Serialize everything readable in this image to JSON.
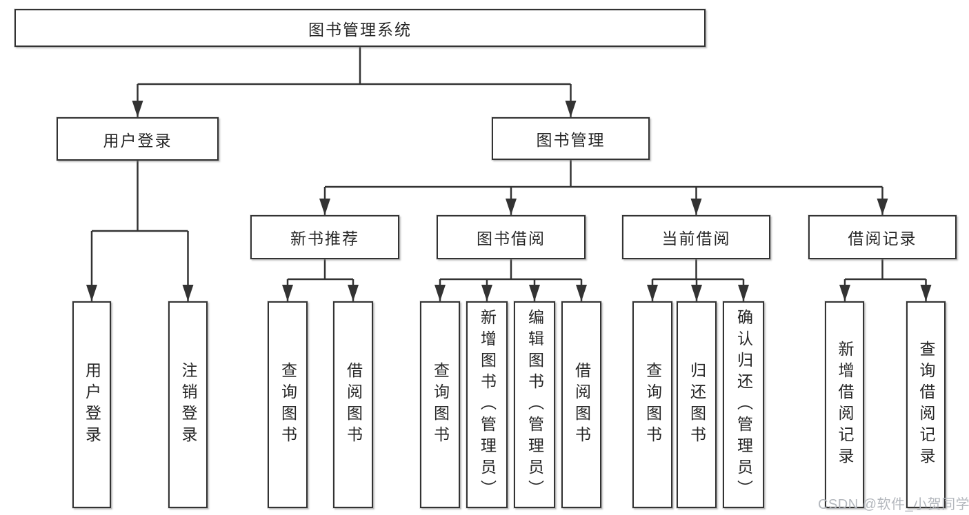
{
  "diagram_title": "图书管理系统",
  "nodes": {
    "root": {
      "label": "图书管理系统"
    },
    "userLogin": {
      "label": "用户登录"
    },
    "bookMgmt": {
      "label": "图书管理"
    },
    "login": {
      "label": "用户登录"
    },
    "logout": {
      "label": "注销登录"
    },
    "newBookRec": {
      "label": "新书推荐"
    },
    "bookBorrow": {
      "label": "图书借阅"
    },
    "currentBorrow": {
      "label": "当前借阅"
    },
    "borrowRecords": {
      "label": "借阅记录"
    },
    "nbrQueryBook": {
      "label": "查询图书"
    },
    "nbrBorrowBook": {
      "label": "借阅图书"
    },
    "bbQueryBook": {
      "label": "查询图书"
    },
    "bbAddBook": {
      "label": "新增图书（管理员）"
    },
    "bbEditBook": {
      "label": "编辑图书（管理员）"
    },
    "bbBorrowBook": {
      "label": "借阅图书"
    },
    "cbQueryBook": {
      "label": "查询图书"
    },
    "cbReturnBook": {
      "label": "归还图书"
    },
    "cbConfirmReturn": {
      "label": "确认归还（管理员）"
    },
    "brAddRecord": {
      "label": "新增借阅记录"
    },
    "brQueryRecord": {
      "label": "查询借阅记录"
    }
  },
  "structure": {
    "图书管理系统": [
      "用户登录",
      "图书管理"
    ],
    "用户登录": [
      "用户登录",
      "注销登录"
    ],
    "图书管理": [
      "新书推荐",
      "图书借阅",
      "当前借阅",
      "借阅记录"
    ],
    "新书推荐": [
      "查询图书",
      "借阅图书"
    ],
    "图书借阅": [
      "查询图书",
      "新增图书（管理员）",
      "编辑图书（管理员）",
      "借阅图书"
    ],
    "当前借阅": [
      "查询图书",
      "归还图书",
      "确认归还（管理员）"
    ],
    "借阅记录": [
      "新增借阅记录",
      "查询借阅记录"
    ]
  },
  "watermark": {
    "text": "CSDN @软件_小贺同学"
  },
  "colors": {
    "line": "#333333",
    "box_border": "#333333",
    "text": "#262626",
    "background": "#ffffff",
    "watermark": "#b3b7bd"
  }
}
